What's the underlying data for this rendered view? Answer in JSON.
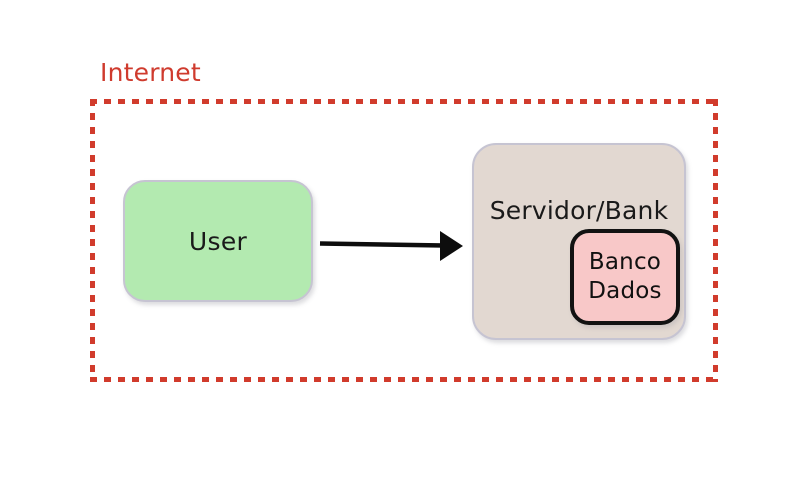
{
  "diagram": {
    "title_visible": false,
    "background_color": "#ffffff",
    "zone": {
      "label": "Internet",
      "label_color": "#cf3b2e",
      "border_color": "#d13b2c",
      "border_style": "dotted"
    },
    "nodes": [
      {
        "id": "user",
        "label": "User",
        "fill": "#b3eab0",
        "stroke": "#c6c4d2",
        "text_color": "#1a1a1a"
      },
      {
        "id": "server",
        "label": "Servidor/Bank",
        "fill": "#e2d8d1",
        "stroke": "#c6c4d2",
        "text_color": "#1a1a1a"
      },
      {
        "id": "database",
        "label_line1": "Banco",
        "label_line2": "Dados",
        "fill": "#f8c8c8",
        "stroke": "#121212",
        "text_color": "#111111"
      }
    ],
    "edges": [
      {
        "id": "user-to-server",
        "from": "user",
        "to": "server",
        "label": "",
        "color": "#0d0d0d",
        "arrowhead": "filled-triangle"
      }
    ]
  }
}
